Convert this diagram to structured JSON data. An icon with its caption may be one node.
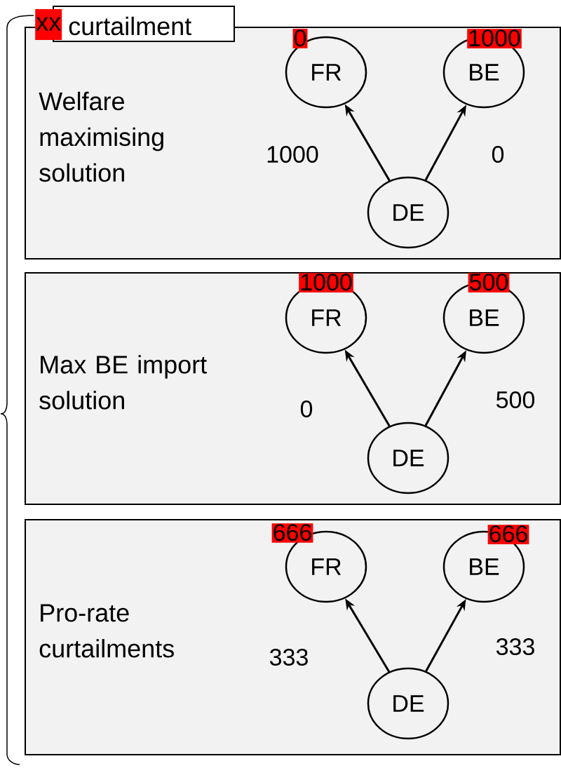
{
  "diagram": {
    "nodes": [
      {
        "text": [
          "xx",
          "curtailment"
        ]
      },
      {
        "text": [
          "Welfare maximising solution"
        ]
      },
      {
        "text": [
          "FR"
        ],
        "in": 1,
        "beside": [
          "0"
        ]
      },
      {
        "text": [
          "BE"
        ],
        "in": 1,
        "beside": [
          "1000"
        ]
      },
      {
        "text": [
          "DE"
        ],
        "in": 1
      },
      {
        "text": [
          "Max BE import solution"
        ]
      },
      {
        "text": [
          "FR"
        ],
        "in": 5,
        "beside": [
          "1000"
        ]
      },
      {
        "text": [
          "BE"
        ],
        "in": 5,
        "beside": [
          "500"
        ]
      },
      {
        "text": [
          "DE"
        ],
        "in": 5
      },
      {
        "text": [
          "Pro-rate curtailments"
        ]
      },
      {
        "text": [
          "FR"
        ],
        "in": 9,
        "beside": [
          "666"
        ]
      },
      {
        "text": [
          "BE"
        ],
        "in": 9,
        "beside": [
          "666"
        ]
      },
      {
        "text": [
          "DE"
        ],
        "in": 9
      }
    ],
    "edges": [
      {
        "from": 4,
        "to": 2,
        "arrow": "to",
        "label": "1000"
      },
      {
        "from": 4,
        "to": 3,
        "arrow": "to",
        "label": "0"
      },
      {
        "from": 8,
        "to": 6,
        "arrow": "to",
        "label": "0"
      },
      {
        "from": 8,
        "to": 7,
        "arrow": "to",
        "label": "500"
      },
      {
        "from": 12,
        "to": 10,
        "arrow": "to",
        "label": "333"
      },
      {
        "from": 12,
        "to": 11,
        "arrow": "to",
        "label": "333"
      }
    ]
  }
}
